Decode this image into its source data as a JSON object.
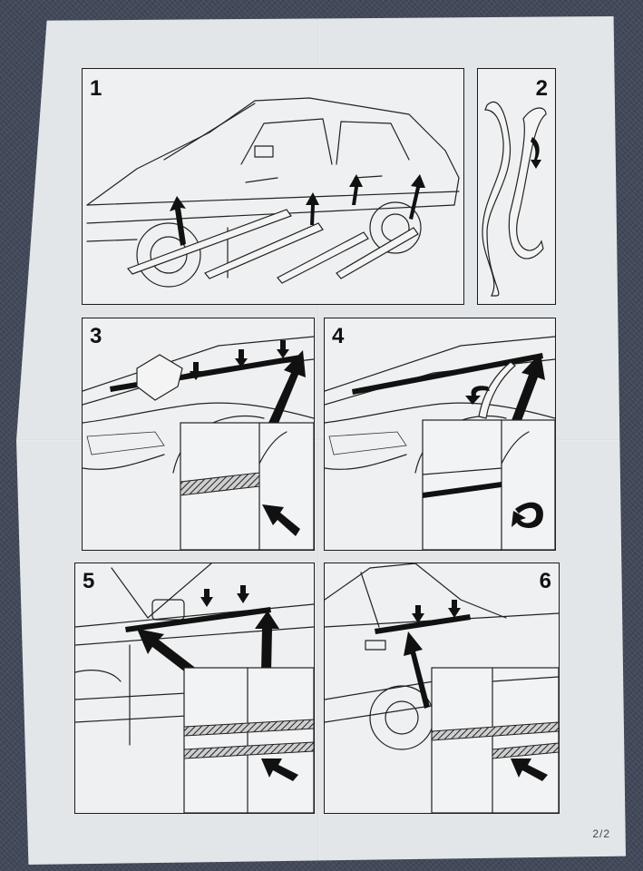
{
  "document": {
    "page_number": "2/2",
    "steps": [
      {
        "number": "1"
      },
      {
        "number": "2"
      },
      {
        "number": "3"
      },
      {
        "number": "4"
      },
      {
        "number": "5"
      },
      {
        "number": "6"
      }
    ],
    "colors": {
      "paper": "#e3e6e8",
      "ink": "#111111",
      "background": "#414859"
    }
  }
}
